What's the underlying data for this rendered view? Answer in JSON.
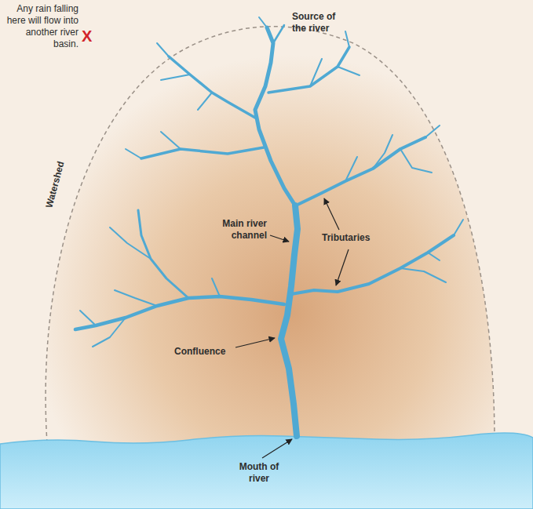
{
  "diagram": {
    "labels": [
      "Any rain falling here will flow into another river basin.",
      "X",
      "Source of the river",
      "Watershed",
      "Main river channel",
      "Tributaries",
      "Confluence",
      "Mouth of river"
    ]
  }
}
